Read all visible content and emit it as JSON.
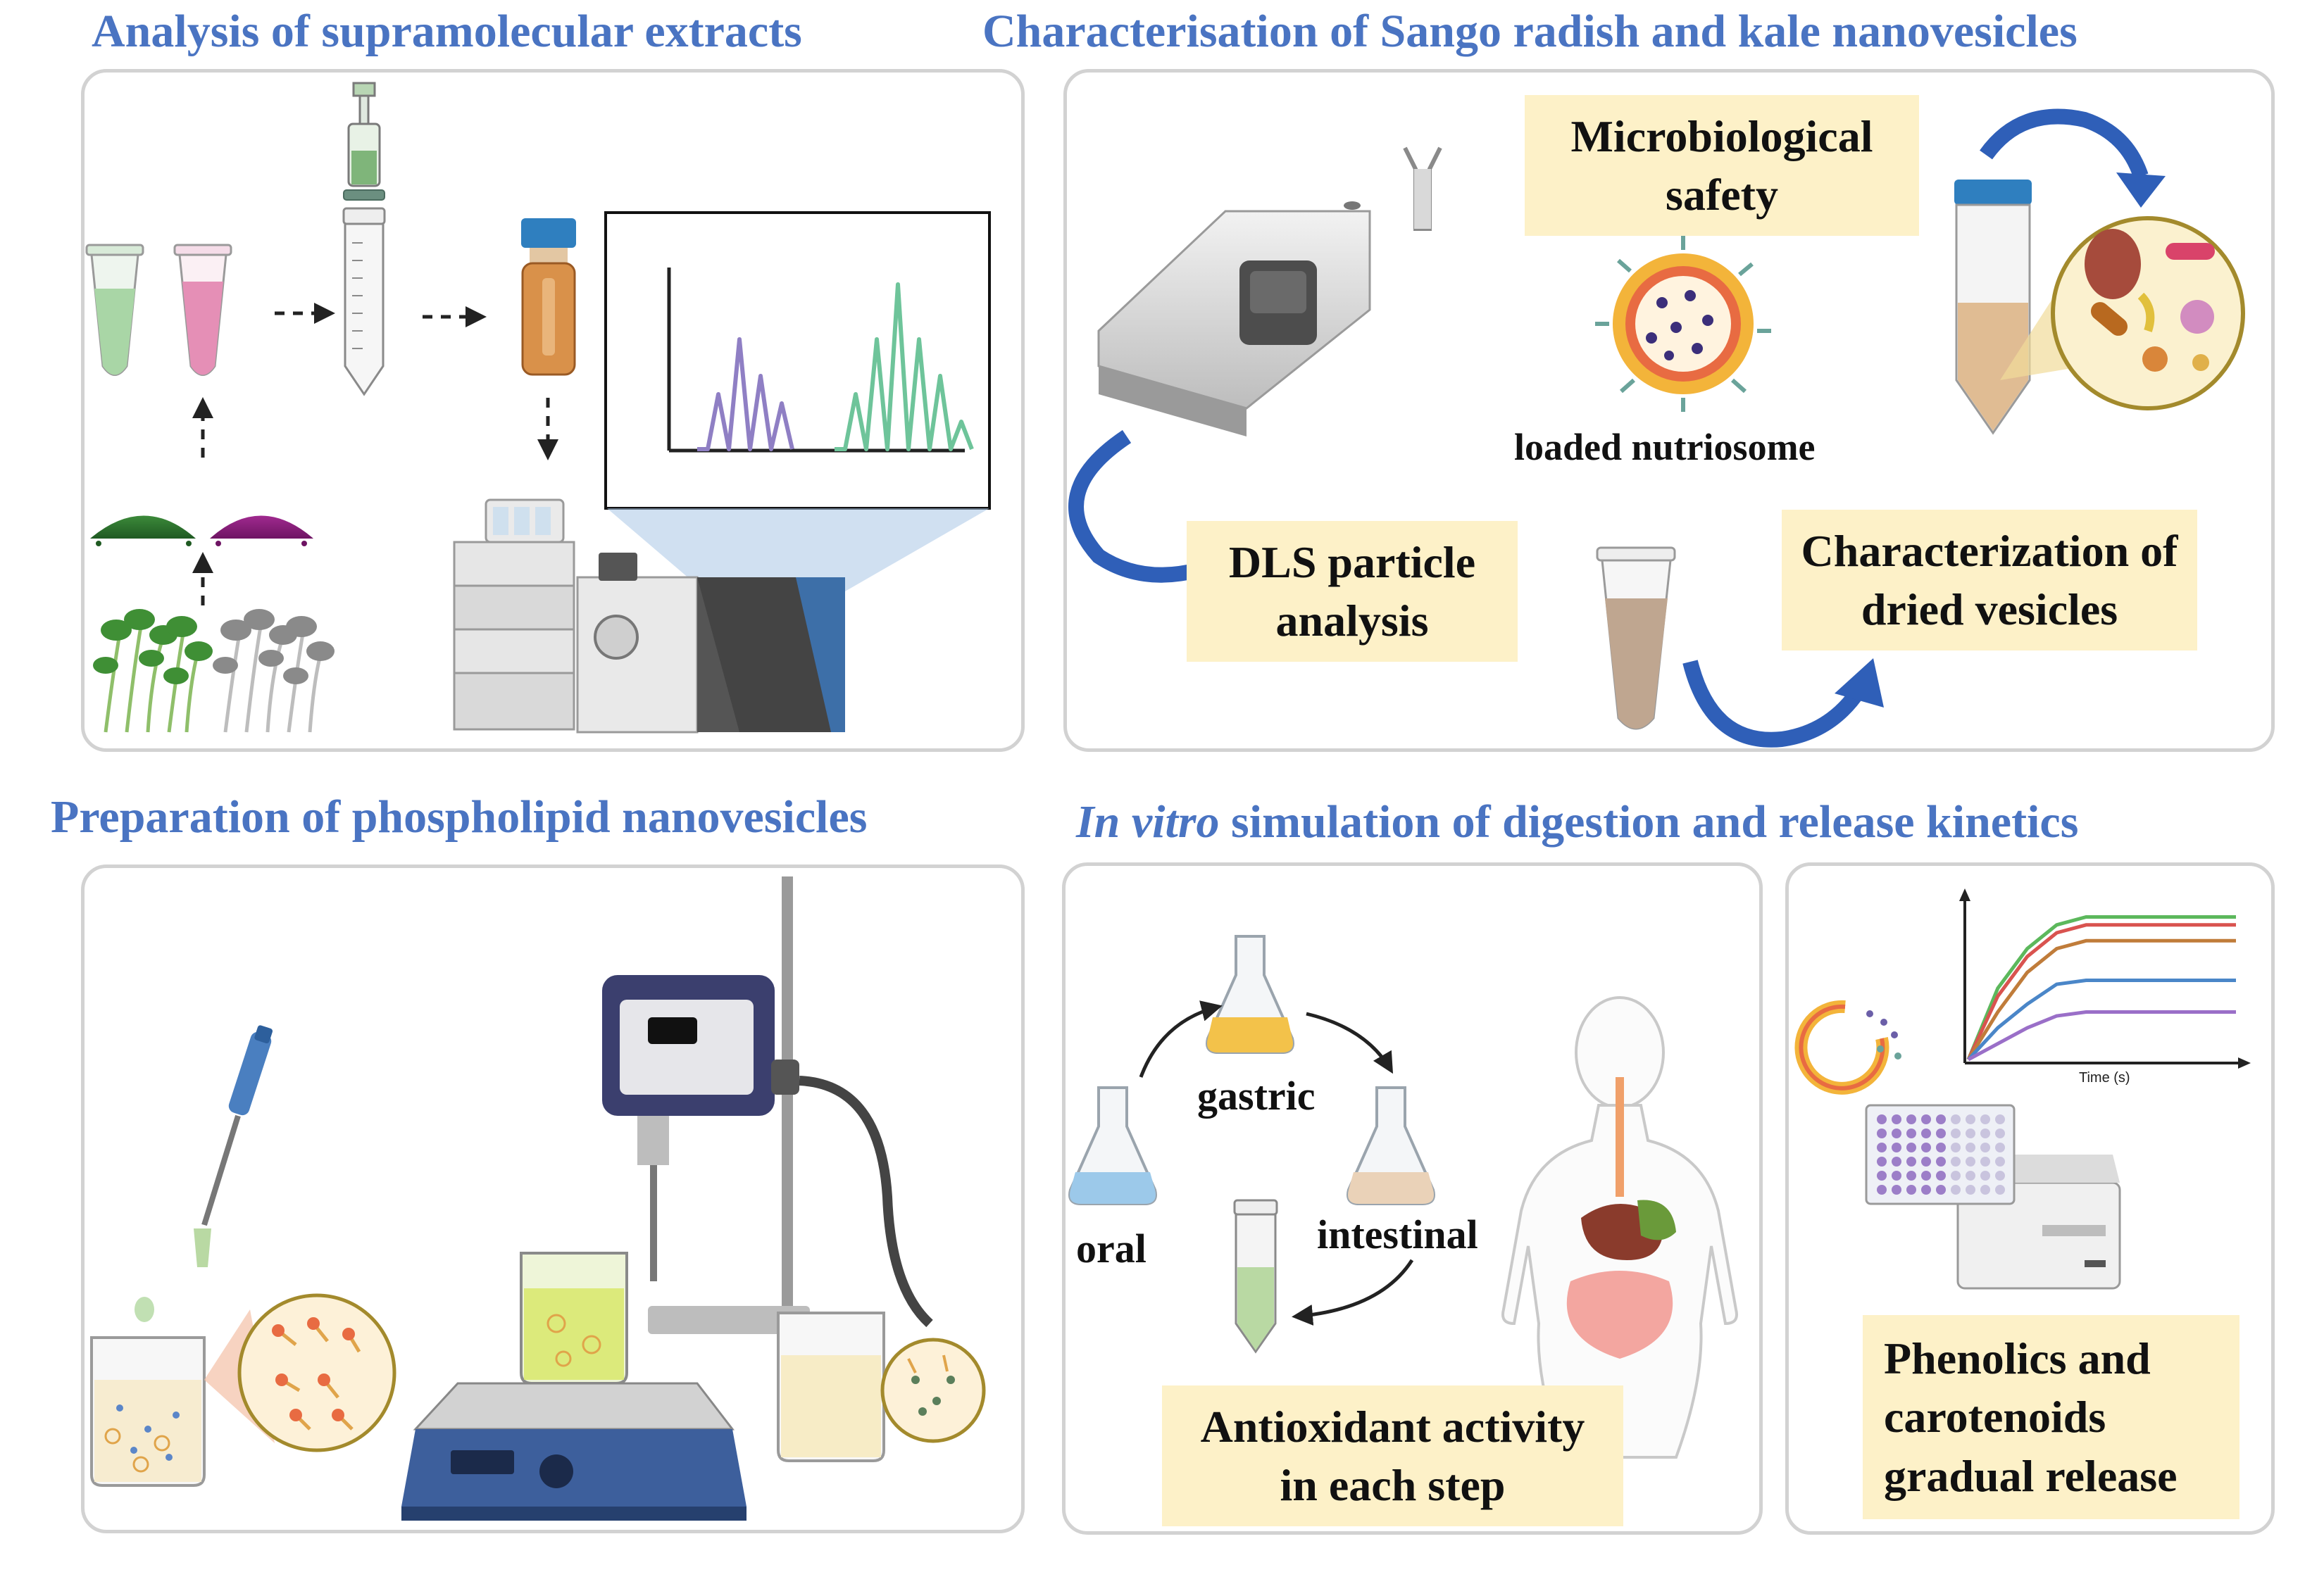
{
  "sections": {
    "analysis": {
      "title": "Analysis of supramolecular extracts"
    },
    "characterisation": {
      "title": "Characterisation of Sango radish and kale nanovesicles",
      "labels": {
        "micro": "Microbiological safety",
        "nutriosome": "loaded nutriosome",
        "dls": "DLS particle analysis",
        "dried": "Characterization of dried vesicles"
      }
    },
    "preparation": {
      "title": "Preparation of phospholipid nanovesicles"
    },
    "invitro": {
      "title_italic": "In vitro",
      "title_rest": " simulation of digestion and release kinetics",
      "labels": {
        "gastric": "gastric",
        "oral": "oral",
        "intestinal": "intestinal",
        "antioxidant": "Antioxidant activity in each step",
        "phenolics": "Phenolics and carotenoids gradual release",
        "time_axis": "Time (s)"
      }
    }
  },
  "colors": {
    "title": "#4a74c2",
    "label_bg": "#fdf1c8",
    "panel_border": "#d2d2d2",
    "arrow_blue": "#2f5fb8",
    "chrom_purple": "#8f7fc4",
    "chrom_green": "#6ec49a"
  },
  "icons": [
    "eppendorf-tube-icon",
    "syringe-icon",
    "falcon-tube-icon",
    "vial-icon",
    "powder-pile-icon",
    "sprouts-icon",
    "hplc-instrument-icon",
    "dls-instrument-icon",
    "cuvette-icon",
    "liposome-icon",
    "microbes-icon",
    "pipette-icon",
    "beaker-icon",
    "hotplate-stirrer-icon",
    "homogenizer-icon",
    "flask-icon",
    "human-body-icon",
    "plate-reader-icon",
    "well-plate-icon"
  ],
  "chart_data": [
    {
      "type": "line",
      "title": "",
      "xlabel": "",
      "ylabel": "",
      "series": [
        {
          "values": [
            0,
            9,
            14,
            17,
            18,
            18
          ]
        },
        {
          "values": [
            0,
            8,
            13,
            16,
            17,
            17
          ]
        },
        {
          "values": [
            0,
            6,
            11,
            14,
            15,
            15
          ]
        },
        {
          "values": [
            0,
            4,
            7,
            9.5,
            10,
            10
          ]
        },
        {
          "values": [
            0,
            2,
            4,
            5.5,
            6,
            6
          ]
        }
      ],
      "colors": [
        "#5cb85c",
        "#d9534f",
        "#c07c3a",
        "#4a86c8",
        "#9a6fc8"
      ]
    },
    {
      "type": "line",
      "title": "",
      "series": [
        {
          "values": [
            0,
            0,
            3,
            0,
            6,
            0,
            4,
            0,
            2.5,
            0
          ]
        },
        {
          "values": [
            0,
            0,
            3,
            0,
            6,
            0,
            9,
            0,
            6,
            0,
            4,
            0,
            1.5,
            0
          ]
        }
      ],
      "colors": [
        "#8f7fc4",
        "#6ec49a"
      ]
    }
  ]
}
